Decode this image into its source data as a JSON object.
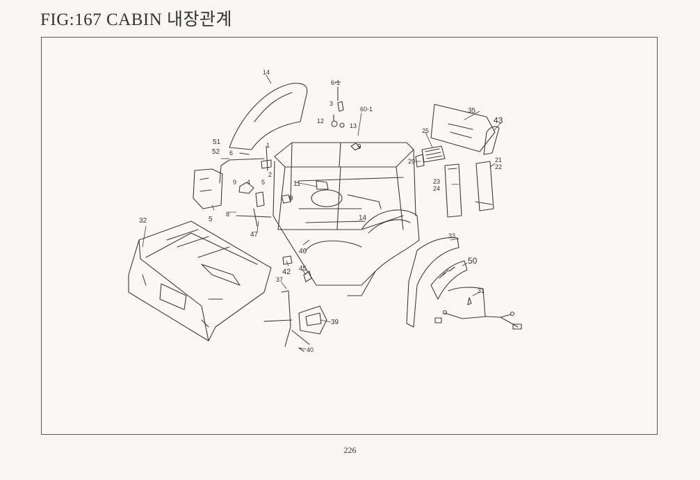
{
  "header": {
    "title": "FIG:167  CABIN  내장관계"
  },
  "footer": {
    "page_number": "226"
  },
  "callouts": {
    "c14a": "14",
    "c6_1": "6-1",
    "c3": "3",
    "c60_1": "60-1",
    "c12": "12",
    "c13": "13",
    "c9a": "9",
    "c35": "35",
    "c43": "43",
    "c25": "25",
    "c29": "29",
    "c21": "21",
    "c22": "22",
    "c23": "23",
    "c24": "24",
    "c51": "51",
    "c52": "52",
    "c6": "6",
    "c1": "1",
    "c2": "2",
    "c9b": "9",
    "c4": "4",
    "c5a": "5",
    "c11": "11",
    "c9c": "9",
    "c8": "8",
    "c5b": "5",
    "c47": "47",
    "c14b": "14",
    "c32": "32",
    "c46": "46",
    "c33": "33",
    "c50": "50",
    "c42": "42",
    "c45": "45",
    "c37": "37",
    "c31": "31",
    "c39": "39",
    "c40": "40"
  }
}
